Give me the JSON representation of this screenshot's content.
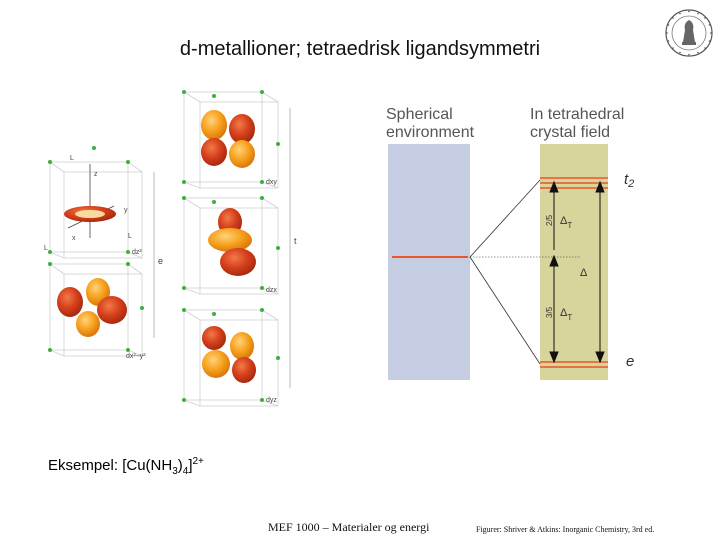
{
  "slide": {
    "title": "d-metallioner; tetraedrisk ligandsymmetri",
    "example_prefix": "Eksempel: [Cu(NH",
    "example_sub1": "3",
    "example_mid": ")",
    "example_sub2": "4",
    "example_close": "]",
    "example_charge": "2+",
    "footer_course": "MEF 1000 – Materialer og energi",
    "footer_credit": "Figurer: Shriver & Atkins: Inorganic Chemistry, 3rd ed."
  },
  "orbital_figure": {
    "labels": {
      "dxy": "dxy",
      "dyz": "dyz",
      "dzx": "dzx",
      "dz2": "dz²",
      "dx2y2": "dx²−y²",
      "t": "t",
      "e": "e",
      "axis_z": "z",
      "axis_y": "y",
      "axis_x": "x",
      "L": "L"
    }
  },
  "splitting_diagram": {
    "spherical_header_line1": "Spherical",
    "spherical_header_line2": "environment",
    "tetra_header_line1": "In tetrahedral",
    "tetra_header_line2": "crystal field",
    "t2_label": "t",
    "t2_sub": "2",
    "e_label": "e",
    "upper_fraction": "2/5",
    "lower_fraction": "3/5",
    "delta": "Δ",
    "delta_sub": "T",
    "colors": {
      "spherical_band": "#c5cde3",
      "crystal_band": "#d7d59b",
      "level_line": "#e8572a"
    }
  }
}
